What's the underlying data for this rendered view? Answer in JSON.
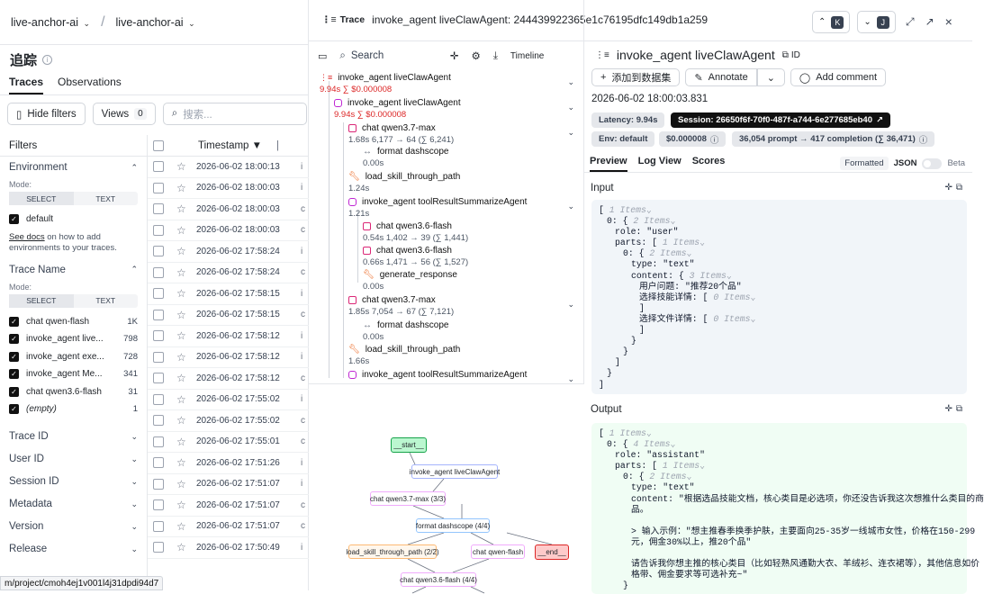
{
  "breadcrumb": {
    "org": "live-anchor-ai",
    "project": "live-anchor-ai"
  },
  "page": {
    "title": "追踪",
    "tabs": [
      "Traces",
      "Observations"
    ]
  },
  "toolbar": {
    "hide_filters": "Hide filters",
    "views": "Views",
    "views_count": "0",
    "search_placeholder": "搜索..."
  },
  "filters": {
    "header": "Filters",
    "environment": {
      "title": "Environment",
      "mode_label": "Mode:",
      "modes": [
        "SELECT",
        "TEXT"
      ],
      "items": [
        {
          "label": "default"
        }
      ],
      "docs_link": "See docs",
      "docs_text": " on how to add environments to your traces."
    },
    "trace_name": {
      "title": "Trace Name",
      "mode_label": "Mode:",
      "modes": [
        "SELECT",
        "TEXT"
      ],
      "items": [
        {
          "label": "chat qwen-flash",
          "count": "1K"
        },
        {
          "label": "invoke_agent live...",
          "count": "798"
        },
        {
          "label": "invoke_agent exe...",
          "count": "728"
        },
        {
          "label": "invoke_agent Me...",
          "count": "341"
        },
        {
          "label": "chat qwen3.6-flash",
          "count": "31"
        },
        {
          "label": "(empty)",
          "count": "1"
        }
      ]
    },
    "collapsed": [
      "Trace ID",
      "User ID",
      "Session ID",
      "Metadata",
      "Version",
      "Release"
    ]
  },
  "table": {
    "timestamp_header": "Timestamp ▼",
    "rows": [
      {
        "ts": "2026-06-02 18:00:13",
        "tail": "i"
      },
      {
        "ts": "2026-06-02 18:00:03",
        "tail": "i"
      },
      {
        "ts": "2026-06-02 18:00:03",
        "tail": "c"
      },
      {
        "ts": "2026-06-02 18:00:03",
        "tail": "c"
      },
      {
        "ts": "2026-06-02 17:58:24",
        "tail": "i"
      },
      {
        "ts": "2026-06-02 17:58:24",
        "tail": "c"
      },
      {
        "ts": "2026-06-02 17:58:15",
        "tail": "i"
      },
      {
        "ts": "2026-06-02 17:58:15",
        "tail": "c"
      },
      {
        "ts": "2026-06-02 17:58:12",
        "tail": "i"
      },
      {
        "ts": "2026-06-02 17:58:12",
        "tail": "i"
      },
      {
        "ts": "2026-06-02 17:58:12",
        "tail": "c"
      },
      {
        "ts": "2026-06-02 17:55:02",
        "tail": "i"
      },
      {
        "ts": "2026-06-02 17:55:02",
        "tail": "c"
      },
      {
        "ts": "2026-06-02 17:55:01",
        "tail": "c"
      },
      {
        "ts": "2026-06-02 17:51:26",
        "tail": "i"
      },
      {
        "ts": "2026-06-02 17:51:07",
        "tail": "i"
      },
      {
        "ts": "2026-06-02 17:51:07",
        "tail": "c"
      },
      {
        "ts": "2026-06-02 17:51:07",
        "tail": "c"
      },
      {
        "ts": "2026-06-02 17:50:49",
        "tail": "i"
      }
    ]
  },
  "status_url": "m/project/cmoh4ej1v001l4j31dpdi94d7",
  "trace": {
    "tag": "Trace",
    "title": "invoke_agent liveClawAgent: 244439922365e1c76195dfc149db1a259",
    "search_placeholder": "Search",
    "timeline_label": "Timeline",
    "kbd_up": "K",
    "kbd_down": "J",
    "nodes": [
      {
        "name": "invoke_agent liveClawAgent",
        "meta_time": "9.94s",
        "meta_cost": "∑ $0.000008"
      },
      {
        "name": "invoke_agent liveClawAgent",
        "meta_time": "9.94s",
        "meta_cost": "∑ $0.000008"
      },
      {
        "name": "chat qwen3.7-max",
        "meta": "1.68s  6,177 → 64 (∑ 6,241)"
      },
      {
        "name": "format dashscope",
        "meta": "0.00s"
      },
      {
        "name": "load_skill_through_path",
        "meta": "1.24s"
      },
      {
        "name": "invoke_agent toolResultSummarizeAgent",
        "meta": "1.21s"
      },
      {
        "name": "chat qwen3.6-flash",
        "meta": "0.54s  1,402 → 39 (∑ 1,441)"
      },
      {
        "name": "chat qwen3.6-flash",
        "meta": "0.66s  1,471 → 56 (∑ 1,527)"
      },
      {
        "name": "generate_response",
        "meta": "0.00s"
      },
      {
        "name": "chat qwen3.7-max",
        "meta": "1.85s  7,054 → 67 (∑ 7,121)"
      },
      {
        "name": "format dashscope",
        "meta": "0.00s"
      },
      {
        "name": "load_skill_through_path",
        "meta": "1.66s"
      },
      {
        "name": "invoke_agent toolResultSummarizeAgent",
        "meta": ""
      }
    ],
    "graph": {
      "start": "__start__",
      "agent": "invoke_agent liveClawAgent",
      "max": "chat qwen3.7-max (3/3)",
      "fmt": "format dashscope (4/4)",
      "load": "load_skill_through_path (2/2)",
      "flash": "chat qwen-flash",
      "end": "__end__",
      "flash36": "chat qwen3.6-flash (4/4)"
    }
  },
  "detail": {
    "title": "invoke_agent liveClawAgent",
    "id_label": "ID",
    "actions": {
      "add_dataset": "添加到数据集",
      "annotate": "Annotate",
      "comment": "Add comment"
    },
    "timestamp": "2026-06-02 18:00:03.831",
    "latency": "Latency: 9.94s",
    "session": "Session: 26650f6f-70f0-487f-a744-6e277685eb40",
    "env": "Env: default",
    "cost": "$0.000008",
    "tokens": "36,054 prompt → 417 completion (∑ 36,471)",
    "tabs": [
      "Preview",
      "Log View",
      "Scores"
    ],
    "formatted": "Formatted",
    "json": "JSON",
    "beta": "Beta",
    "input_label": "Input",
    "output_label": "Output",
    "input_lines": [
      {
        "t": "[ ",
        "h": "1 Items⌄",
        "i": 0
      },
      {
        "t": "0: { ",
        "h": "2 Items⌄",
        "i": 1
      },
      {
        "t": "role: \"user\"",
        "i": 2
      },
      {
        "t": "parts: [ ",
        "h": "1 Items⌄",
        "i": 2
      },
      {
        "t": "0: { ",
        "h": "2 Items⌄",
        "i": 3
      },
      {
        "t": "type: \"text\"",
        "i": 4
      },
      {
        "t": "content: { ",
        "h": "3 Items⌄",
        "i": 4
      },
      {
        "t": "用户问题: \"推荐20个品\"",
        "i": 5
      },
      {
        "t": "选择技能详情: [ ",
        "h": "0 Items⌄",
        "i": 5
      },
      {
        "t": "]",
        "i": 5
      },
      {
        "t": "选择文件详情: [ ",
        "h": "0 Items⌄",
        "i": 5
      },
      {
        "t": "]",
        "i": 5
      },
      {
        "t": "}",
        "i": 4
      },
      {
        "t": "}",
        "i": 3
      },
      {
        "t": "]",
        "i": 2
      },
      {
        "t": "}",
        "i": 1
      },
      {
        "t": "]",
        "i": 0
      }
    ],
    "output_lines": [
      {
        "t": "[ ",
        "h": "1 Items⌄",
        "i": 0
      },
      {
        "t": "0: { ",
        "h": "4 Items⌄",
        "i": 1
      },
      {
        "t": "role: \"assistant\"",
        "i": 2
      },
      {
        "t": "parts: [ ",
        "h": "1 Items⌄",
        "i": 2
      },
      {
        "t": "0: { ",
        "h": "2 Items⌄",
        "i": 3
      },
      {
        "t": "type: \"text\"",
        "i": 4
      },
      {
        "t": "content: \"根据选品技能文档，核心类目是必选项，你还没告诉我这次想推什么类目的商",
        "i": 4
      },
      {
        "t": "品。",
        "i": 4,
        "cont": true
      },
      {
        "t": "",
        "i": 4
      },
      {
        "t": "> 输入示例：\"想主推春季换季护肤，主要面向25-35岁一线城市女性，价格在150-299",
        "i": 4,
        "cont": true
      },
      {
        "t": "元，佣金30%以上，推20个品\"",
        "i": 4,
        "cont": true
      },
      {
        "t": "",
        "i": 4
      },
      {
        "t": "请告诉我你想主推的核心类目（比如轻熟风通勤大衣、羊绒衫、连衣裙等），其他信息如价",
        "i": 4,
        "cont": true
      },
      {
        "t": "格带、佣金要求等可选补充~\"",
        "i": 4,
        "cont": true
      },
      {
        "t": "}",
        "i": 3
      }
    ]
  }
}
